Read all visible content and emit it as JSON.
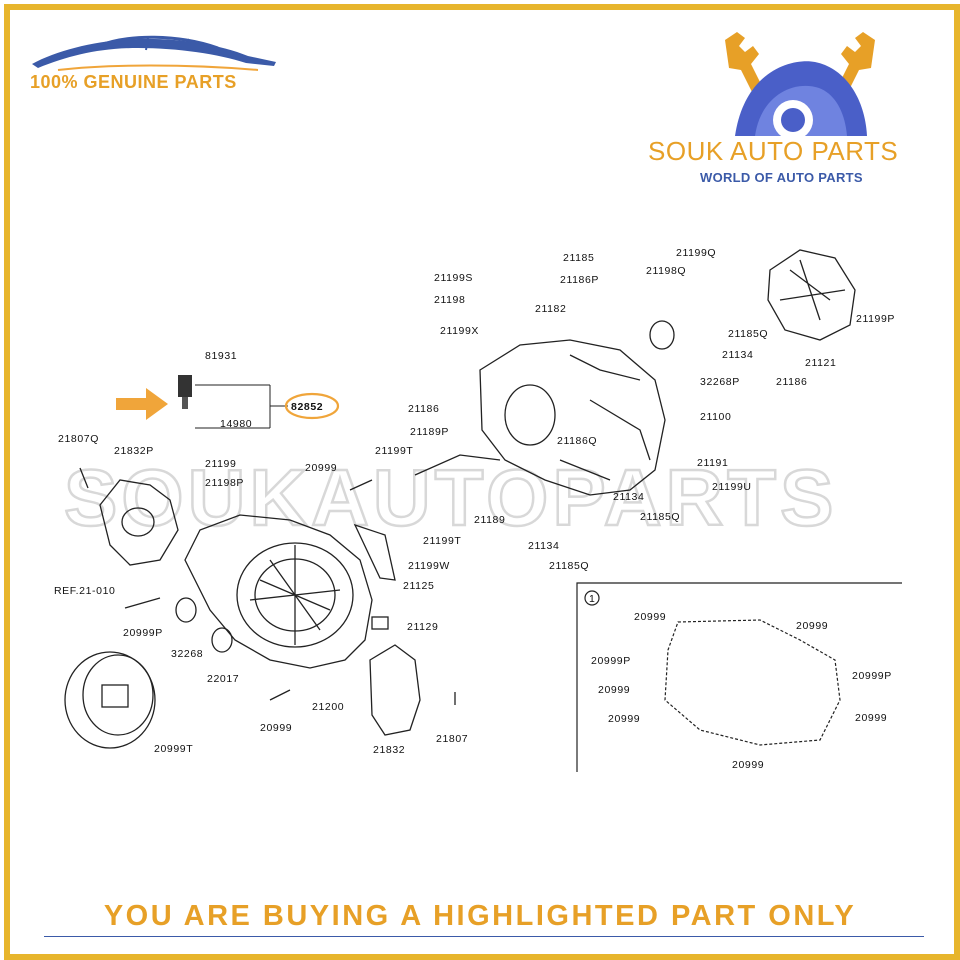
{
  "header": {
    "genuine_text": "100% GENUINE PARTS",
    "brand_name": "SOUK AUTO PARTS",
    "tagline": "WORLD OF AUTO PARTS",
    "logo_icon": "car-silhouette-icon",
    "brand_icon": "wrench-dome-icon"
  },
  "watermark": "SOUKAUTOPARTS",
  "footer": {
    "banner_text": "YOU ARE BUYING A HIGHLIGHTED PART ONLY"
  },
  "colors": {
    "gold": "#e7b52c",
    "orange": "#e7a027",
    "blue": "#3b5aa8",
    "arrow": "#f0a53a"
  },
  "diagram": {
    "highlighted_part": "82852",
    "labels": [
      "81931",
      "82852",
      "14980",
      "21807Q",
      "21832P",
      "21199",
      "21198P",
      "20999",
      "REF.21-010",
      "20999P",
      "32268",
      "22017",
      "20999T",
      "21200",
      "21832",
      "21807",
      "21129",
      "21125",
      "21199W",
      "21199T",
      "21189P",
      "21186",
      "21199X",
      "21199S",
      "21198",
      "21185",
      "21186P",
      "21182",
      "21199Q",
      "21198Q",
      "21185Q",
      "21134",
      "32268P",
      "21100",
      "21186Q",
      "21191",
      "21199U",
      "21185Q",
      "21189",
      "21134",
      "21185Q",
      "21121",
      "21186",
      "21199P",
      "21199T",
      "21134"
    ],
    "inset": {
      "marker": "1",
      "labels": [
        "20999",
        "20999",
        "20999P",
        "20999P",
        "20999",
        "20999",
        "20999",
        "20999"
      ]
    }
  }
}
